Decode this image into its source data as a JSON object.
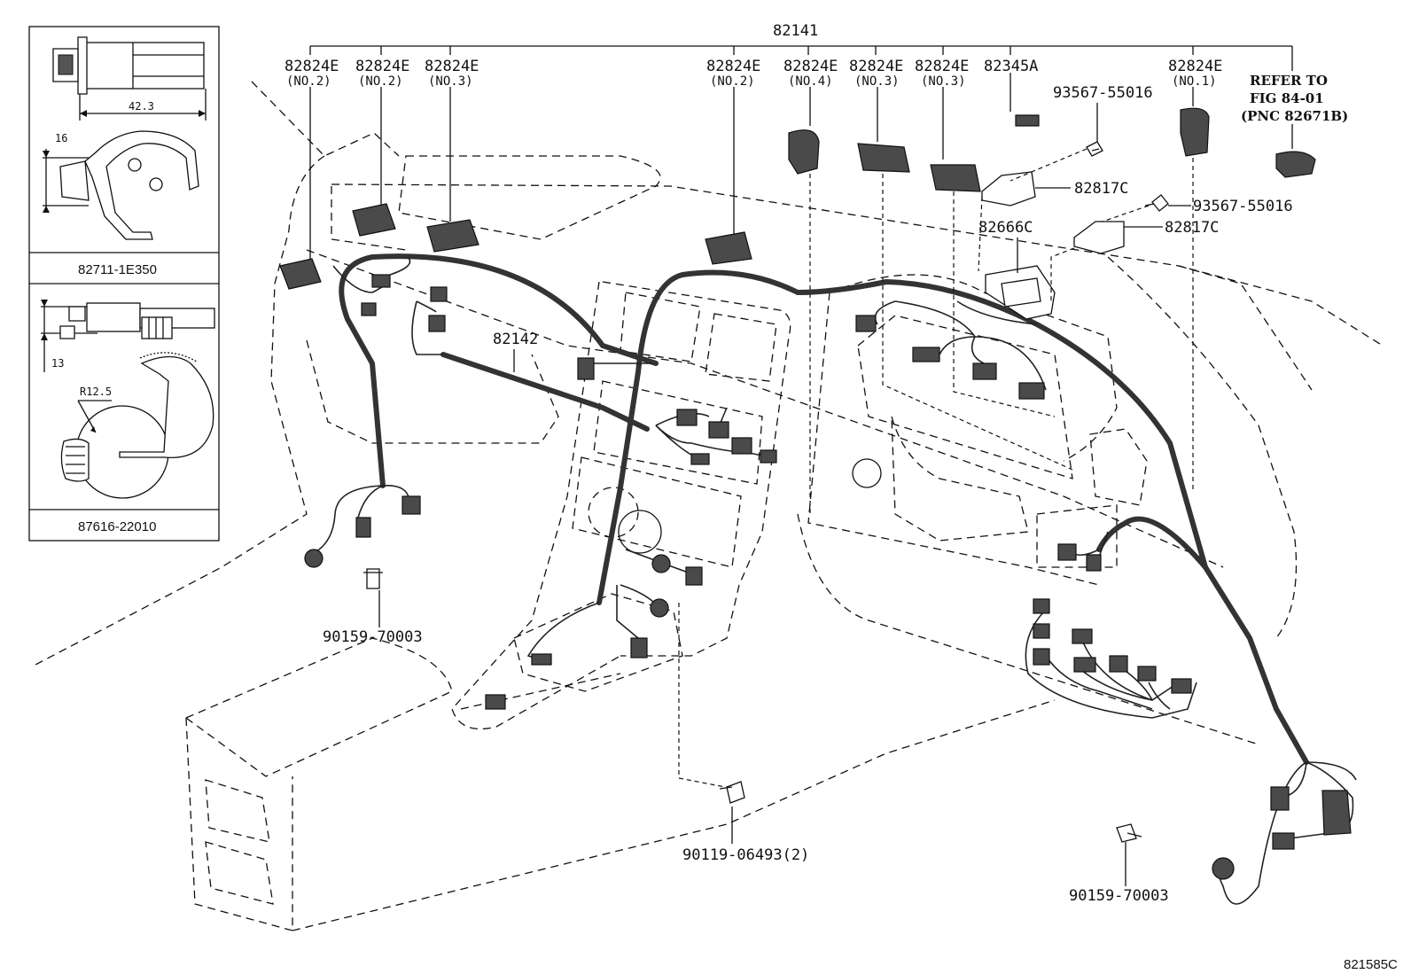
{
  "top_assembly": "82141",
  "callouts": {
    "c1": "82824E",
    "c1_sub": "(NO.2)",
    "c2": "82824E",
    "c2_sub": "(NO.2)",
    "c3": "82824E",
    "c3_sub": "(NO.3)",
    "c4": "82824E",
    "c4_sub": "(NO.2)",
    "c5": "82824E",
    "c5_sub": "(NO.4)",
    "c6": "82824E",
    "c6_sub": "(NO.3)",
    "c7": "82824E",
    "c7_sub": "(NO.3)",
    "c8": "82345A",
    "c9": "82824E",
    "c9_sub": "(NO.1)"
  },
  "refer": {
    "line1": "REFER TO",
    "line2": "FIG 84-01",
    "line3": "(PNC 82671B)"
  },
  "parts": {
    "bolt_top_1": "93567-55016",
    "bracket_1": "82817C",
    "bolt_top_2": "93567-55016",
    "bracket_2": "82817C",
    "relay_block": "82666C",
    "sub_harness": "82142",
    "bolt_left": "90159-70003",
    "bolt_center": "90119-06493(2)",
    "bolt_right": "90159-70003"
  },
  "inset": {
    "clip_1": {
      "part": "82711-1E350",
      "dim_len": "42.3",
      "dim_h": "16"
    },
    "clip_2": {
      "part": "87616-22010",
      "dim_h": "13",
      "radius": "R12.5"
    }
  },
  "figure_code": "821585C"
}
